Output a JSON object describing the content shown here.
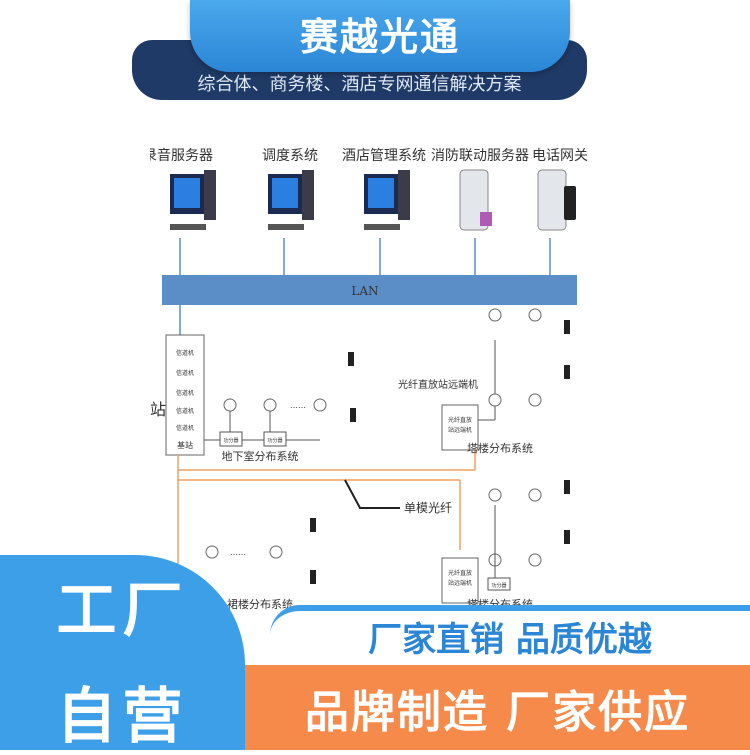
{
  "brand": {
    "name": "赛越光通"
  },
  "subtitle": "综合体、商务楼、酒店专网通信解决方案",
  "diagram": {
    "servers": [
      {
        "label": "录音服务器",
        "kind": "pc"
      },
      {
        "label": "调度系统",
        "kind": "pc"
      },
      {
        "label": "酒店管理系统",
        "kind": "pc"
      },
      {
        "label": "消防联动服务器",
        "kind": "server"
      },
      {
        "label": "电话网关",
        "kind": "server"
      }
    ],
    "lan": "LAN",
    "base_station": "基站",
    "base_station_foot": "基站",
    "rack_slots": [
      "信道机",
      "信道机",
      "信道机",
      "信道机",
      "信道机"
    ],
    "splitters": [
      "功分器",
      "功分器",
      "功分器"
    ],
    "fiber_remote": "光纤直放站远端机",
    "fiber_box": [
      "光纤直放",
      "站远端机"
    ],
    "fiber_box2": [
      "光纤直放",
      "站远端机"
    ],
    "basement": "地下室分布系统",
    "tower": "塔楼分布系统",
    "tower_bottom": "塔楼分布系统",
    "podium": "裙楼分布系统",
    "single_mode": "单模光纤",
    "dots": "……"
  },
  "badges": {
    "factory_top": "工厂",
    "factory_bottom": "自营",
    "slogan1": "厂家直销 品质优越",
    "slogan2": "品牌制造 厂家供应"
  },
  "colors": {
    "accent": "#2b86d6",
    "orange": "#f58a4a",
    "lan": "#5b8ec7"
  }
}
